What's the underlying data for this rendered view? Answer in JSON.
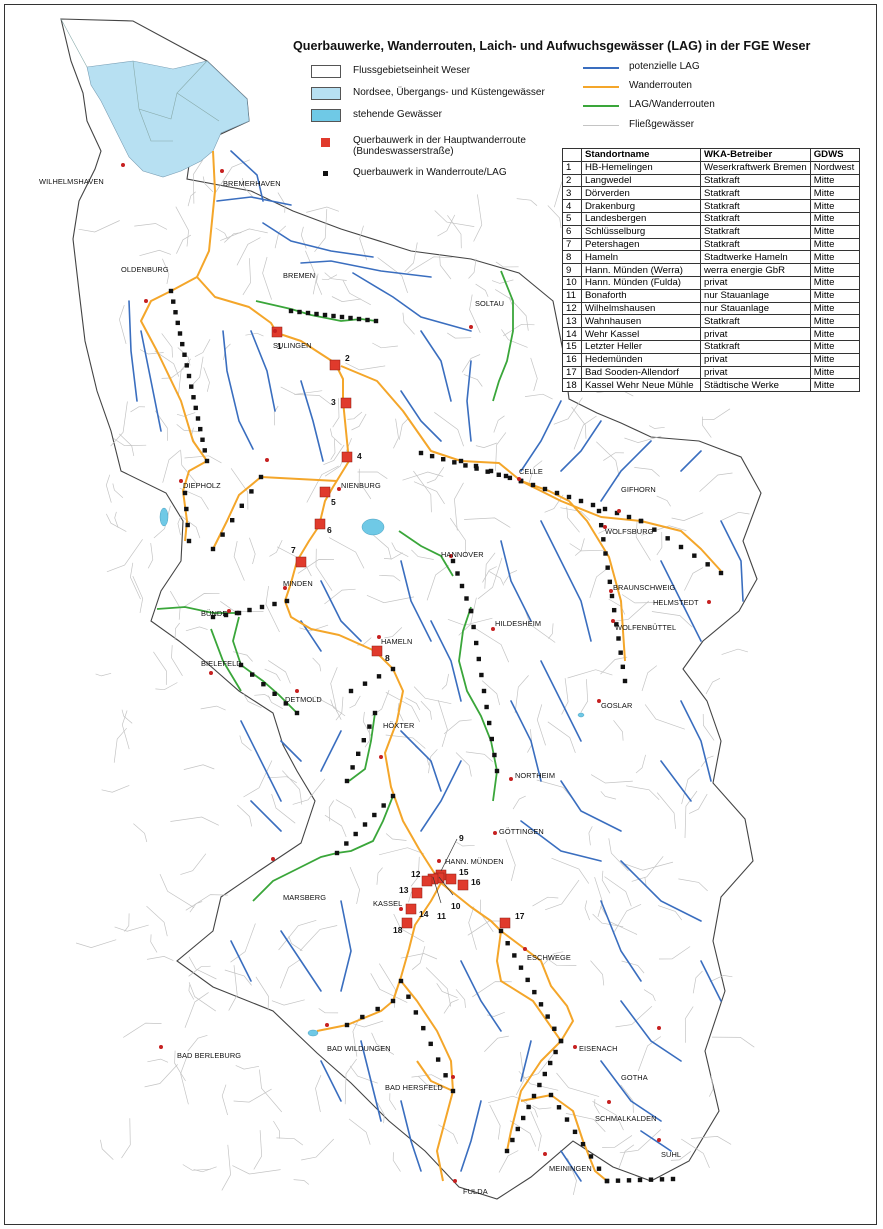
{
  "title": "Querbauwerke, Wanderrouten, Laich- und Aufwuchsgewässer (LAG) in der FGE Weser",
  "colors": {
    "sea": "#b7e0f2",
    "lake": "#6fc9e6",
    "lag_potential": "#3a6ebf",
    "wanderroute": "#f4a62a",
    "lag_wanderroute": "#3aa63a",
    "stream": "#c4c4c4",
    "barrier_main": "#e03a2c",
    "barrier_other": "#111111",
    "city": "#c62020"
  },
  "legend_left": [
    {
      "label": "Flussgebietseinheit Weser",
      "swatch": "frame"
    },
    {
      "label": "Nordsee, Übergangs- und Küstengewässer",
      "swatch": "sea"
    },
    {
      "label": "stehende Gewässer",
      "swatch": "lake"
    },
    {
      "label": "Querbauwerk in der Hauptwanderroute (Bundeswasserstraße)",
      "swatch": "barrier_main"
    },
    {
      "label": "Querbauwerk in Wanderroute/LAG",
      "swatch": "barrier_other"
    }
  ],
  "legend_right": [
    {
      "label": "potenzielle LAG",
      "color": "lag_potential"
    },
    {
      "label": "Wanderrouten",
      "color": "wanderroute"
    },
    {
      "label": "LAG/Wanderrouten",
      "color": "lag_wanderroute"
    },
    {
      "label": "Fließgewässer",
      "color": "stream"
    }
  ],
  "table": {
    "headers": [
      "",
      "Standortname",
      "WKA-Betreiber",
      "GDWS"
    ],
    "rows": [
      [
        "1",
        "HB-Hemelingen",
        "Weserkraftwerk Bremen",
        "Nordwest"
      ],
      [
        "2",
        "Langwedel",
        "Statkraft",
        "Mitte"
      ],
      [
        "3",
        "Dörverden",
        "Statkraft",
        "Mitte"
      ],
      [
        "4",
        "Drakenburg",
        "Statkraft",
        "Mitte"
      ],
      [
        "5",
        "Landesbergen",
        "Statkraft",
        "Mitte"
      ],
      [
        "6",
        "Schlüsselburg",
        "Statkraft",
        "Mitte"
      ],
      [
        "7",
        "Petershagen",
        "Statkraft",
        "Mitte"
      ],
      [
        "8",
        "Hameln",
        "Stadtwerke Hameln",
        "Mitte"
      ],
      [
        "9",
        "Hann. Münden (Werra)",
        "werra energie GbR",
        "Mitte"
      ],
      [
        "10",
        "Hann. Münden (Fulda)",
        "privat",
        "Mitte"
      ],
      [
        "11",
        "Bonaforth",
        "nur Stauanlage",
        "Mitte"
      ],
      [
        "12",
        "Wilhelmshausen",
        "nur Stauanlage",
        "Mitte"
      ],
      [
        "13",
        "Wahnhausen",
        "Statkraft",
        "Mitte"
      ],
      [
        "14",
        "Wehr Kassel",
        "privat",
        "Mitte"
      ],
      [
        "15",
        "Letzter Heller",
        "Statkraft",
        "Mitte"
      ],
      [
        "16",
        "Hedemünden",
        "privat",
        "Mitte"
      ],
      [
        "17",
        "Bad Sooden-Allendorf",
        "privat",
        "Mitte"
      ],
      [
        "18",
        "Kassel Wehr Neue Mühle",
        "Städtische Werke",
        "Mitte"
      ]
    ]
  },
  "cities": [
    "WILHELMSHAVEN",
    "BREMERHAVEN",
    "OLDENBURG",
    "BREMEN",
    "SOLTAU",
    "SULINGEN",
    "DIEPHOLZ",
    "NIENBURG",
    "CELLE",
    "GIFHORN",
    "WOLFSBURG",
    "HANNOVER",
    "MINDEN",
    "BRAUNSCHWEIG",
    "HELMSTEDT",
    "BÜNDE",
    "HILDESHEIM",
    "WOLFENBÜTTEL",
    "HAMELN",
    "BIELEFELD",
    "DETMOLD",
    "GOSLAR",
    "HÖXTER",
    "NORTHEIM",
    "GÖTTINGEN",
    "HANN. MÜNDEN",
    "MARSBERG",
    "KASSEL",
    "ESCHWEGE",
    "BAD BERLEBURG",
    "BAD WILDUNGEN",
    "EISENACH",
    "GOTHA",
    "BAD HERSFELD",
    "SCHMALKALDEN",
    "MEININGEN",
    "SUHL",
    "FULDA"
  ],
  "barrier_labels": [
    "1",
    "2",
    "3",
    "4",
    "5",
    "6",
    "7",
    "8",
    "9",
    "10",
    "11",
    "12",
    "13",
    "14",
    "15",
    "16",
    "17",
    "18"
  ]
}
